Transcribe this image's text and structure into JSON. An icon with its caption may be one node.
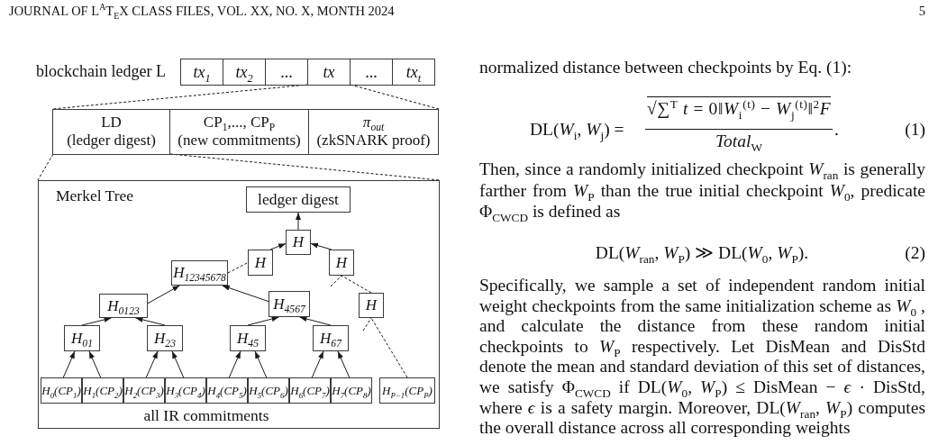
{
  "diagram": {
    "nodes": [
      {
        "text": [],
        "shape": "box",
        "beside": [
          "blockchain ledger L"
        ]
      },
      {
        "text": [
          "tx$_{1}$"
        ],
        "in": 0
      },
      {
        "text": [
          "tx$_{2}$"
        ],
        "in": 0
      },
      {
        "text": [
          "..."
        ],
        "in": 0
      },
      {
        "text": [
          "tx"
        ],
        "in": 0
      },
      {
        "text": [
          "..."
        ],
        "in": 0
      },
      {
        "text": [
          "tx$_{t}$"
        ],
        "in": 0
      },
      {
        "text": [],
        "shape": "box"
      },
      {
        "text": [
          "LD",
          "(ledger digest)"
        ],
        "in": 7
      },
      {
        "text": [
          "CP$_{1}$,..., CP$_{P}$",
          "(new commitments)"
        ],
        "in": 7
      },
      {
        "text": [
          "π$_{out}$",
          "(zkSNARK proof)"
        ],
        "in": 7
      },
      {
        "text": [
          "Merkel Tree",
          "all IR commitments"
        ]
      },
      {
        "text": [
          "ledger digest"
        ],
        "in": 11
      },
      {
        "text": [
          "H"
        ],
        "in": 11
      },
      {
        "text": [
          "H"
        ],
        "in": 11
      },
      {
        "text": [
          "H"
        ],
        "in": 11
      },
      {
        "text": [
          "H$_{12345678}$"
        ],
        "in": 11
      },
      {
        "text": [
          "H$_{0123}$"
        ],
        "in": 11
      },
      {
        "text": [
          "H$_{4567}$"
        ],
        "in": 11
      },
      {
        "text": [
          "H"
        ],
        "in": 11
      },
      {
        "text": [
          "H$_{01}$"
        ],
        "in": 11
      },
      {
        "text": [
          "H$_{23}$"
        ],
        "in": 11
      },
      {
        "text": [
          "H$_{45}$"
        ],
        "in": 11
      },
      {
        "text": [
          "H$_{67}$"
        ],
        "in": 11
      },
      {
        "text": [
          "H$_{0}$(CP$_{1}$)"
        ],
        "in": 11
      },
      {
        "text": [
          "H$_{1}$(CP$_{2}$)"
        ],
        "in": 11
      },
      {
        "text": [
          "H$_{2}$(CP$_{3}$)"
        ],
        "in": 11
      },
      {
        "text": [
          "H$_{3}$(CP$_{4}$)"
        ],
        "in": 11
      },
      {
        "text": [
          "H$_{4}$(CP$_{5}$)"
        ],
        "in": 11
      },
      {
        "text": [
          "H$_{5}$(CP$_{6}$)"
        ],
        "in": 11
      },
      {
        "text": [
          "H$_{6}$(CP$_{7}$)"
        ],
        "in": 11
      },
      {
        "text": [
          "H$_{7}$(CP$_{8}$)"
        ],
        "in": 11
      },
      {
        "text": [
          "H$_{P−1}$(CP$_{P}$)"
        ],
        "in": 11
      }
    ],
    "edges": [
      {
        "from": 4,
        "to": 7,
        "arrow": "none",
        "style": "dashed"
      },
      {
        "from": 4,
        "to": 7,
        "arrow": "none",
        "style": "dashed"
      },
      {
        "from": 8,
        "to": 11,
        "arrow": "none",
        "style": "dashed"
      },
      {
        "from": 8,
        "to": 11,
        "arrow": "none",
        "style": "dashed"
      },
      {
        "from": 13,
        "to": 12,
        "arrow": "to"
      },
      {
        "from": 14,
        "to": 13,
        "arrow": "to"
      },
      {
        "from": 15,
        "to": 13,
        "arrow": "to"
      },
      {
        "from": 16,
        "to": 14,
        "arrow": "none",
        "style": "dashed"
      },
      {
        "from": 17,
        "to": 16,
        "arrow": "to"
      },
      {
        "from": 18,
        "to": 16,
        "arrow": "to"
      },
      {
        "from": 19,
        "to": 15,
        "arrow": "none",
        "style": "dashed"
      },
      {
        "from": null,
        "to": 15,
        "arrow": "none",
        "style": "dashed"
      },
      {
        "from": 20,
        "to": 17,
        "arrow": "to"
      },
      {
        "from": 21,
        "to": 17,
        "arrow": "to"
      },
      {
        "from": 22,
        "to": 18,
        "arrow": "to"
      },
      {
        "from": 23,
        "to": 18,
        "arrow": "to"
      },
      {
        "from": 32,
        "to": 19,
        "arrow": "none",
        "style": "dashed"
      },
      {
        "from": null,
        "to": 19,
        "arrow": "none",
        "style": "dashed"
      },
      {
        "from": 24,
        "to": 20,
        "arrow": "to"
      },
      {
        "from": 25,
        "to": 20,
        "arrow": "to"
      },
      {
        "from": 26,
        "to": 21,
        "arrow": "to"
      },
      {
        "from": 27,
        "to": 21,
        "arrow": "to"
      },
      {
        "from": 28,
        "to": 22,
        "arrow": "to"
      },
      {
        "from": 29,
        "to": 22,
        "arrow": "to"
      },
      {
        "from": 30,
        "to": 23,
        "arrow": "to"
      },
      {
        "from": 31,
        "to": 23,
        "arrow": "to"
      }
    ],
    "labels": [
      "JOURNAL OF L$^{A}$T$_{E}$X CLASS FILES, VOL. XX, NO. X, MONTH 2024",
      "5",
      "normalized distance between checkpoints by Eq. (1):",
      "DL(*W*$_{i}$, *W*$_{j}$) =",
      "√∑$^{T}$ *t* = 0‖*W*$_{i}$$^{(t)}$ − *W*$_{j}$$^{(t)}$‖$^{2}$*F*",
      "*Total*$_{W}$",
      ".",
      "(1)",
      "Then, since a randomly initialized checkpoint *W*$_{ran}$ is generally farther from *W*$_{P}$ than the true initial checkpoint *W*$_{0}$, predicate Φ$_{CWCD}$ is defined as",
      "DL(*W*$_{ran}$, *W*$_{P}$) ≫ DL(*W*$_{0}$, *W*$_{P}$).",
      "(2)",
      "Specifically, we sample a set of independent random initial weight checkpoints from the same initialization scheme as *W*$_{0}$ , and calculate the distance from these random initial checkpoints to *W*$_{P}$ respectively. Let DisMean and DisStd denote the mean and standard deviation of this set of distances, we satisfy Φ$_{CWCD}$ if DL(*W*$_{0}$, *W*$_{P}$) ≤ DisMean − *ϵ* · DisStd, where *ϵ* is a safety margin. Moreover, DL(*W*$_{ran}$, *W*$_{P}$) computes the overall distance across all corresponding weights"
    ]
  }
}
